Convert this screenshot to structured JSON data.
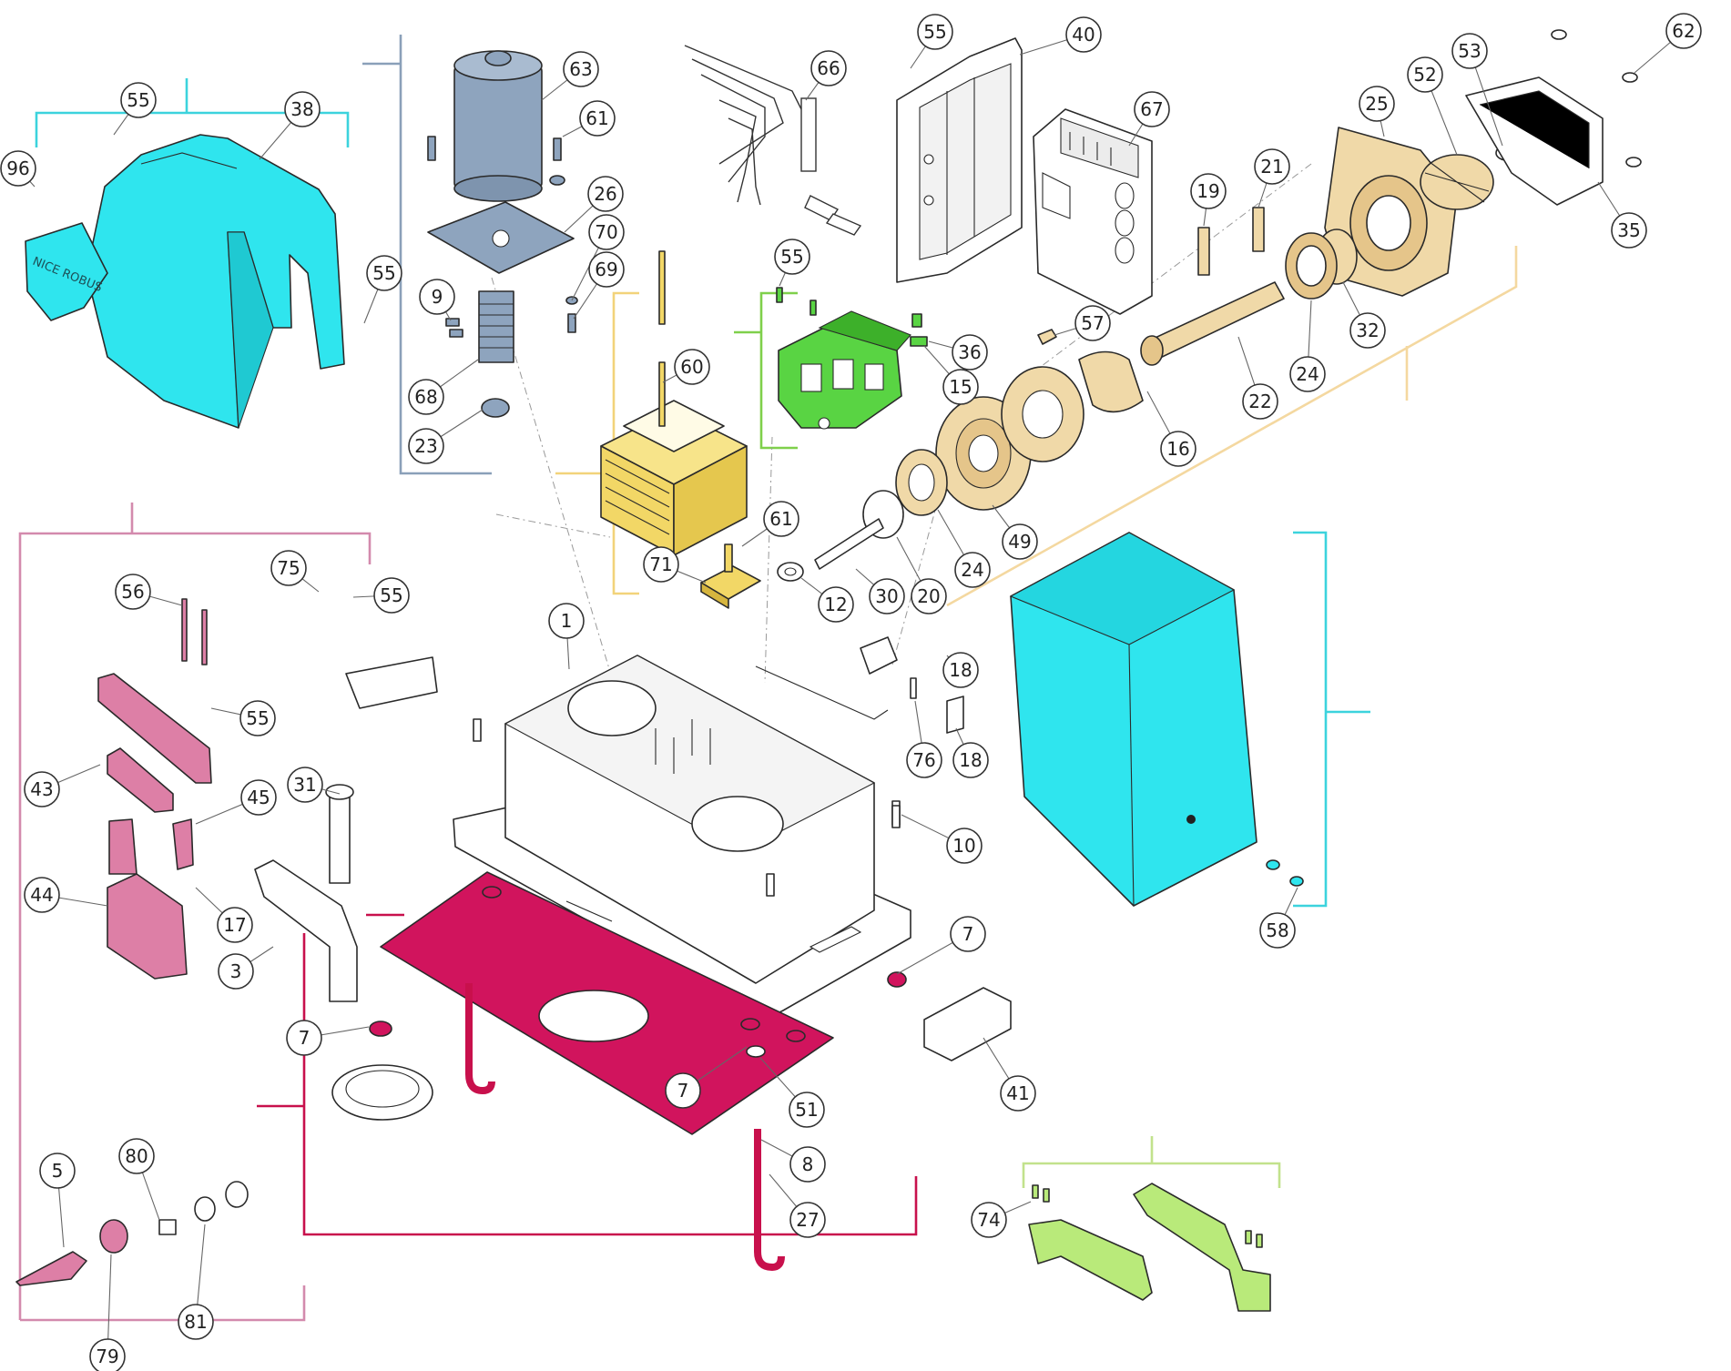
{
  "colors": {
    "cover": "#2fe5ee",
    "motor": "#8ea4be",
    "transformer": "#f2d766",
    "board_green": "#59d443",
    "gear": "#f0d9a8",
    "base_plate": "#d1145d",
    "handle_pink": "#dd7fa6",
    "lever_green": "#b9ea7a",
    "bracket_blue": "#8aa0b9",
    "bracket_cyan": "#3cd3dd",
    "bracket_yellow": "#f2d37a",
    "bracket_green": "#7fd04b",
    "bracket_gear": "#f4d8a0",
    "bracket_pink": "#d38aad",
    "bracket_red": "#c8104c",
    "bracket_lime": "#c2e28c"
  },
  "cover_brand": "NICE ROBUS",
  "callouts": [
    "96",
    "55",
    "38",
    "55",
    "63",
    "61",
    "26",
    "70",
    "69",
    "9",
    "68",
    "23",
    "60",
    "61",
    "71",
    "12",
    "66",
    "55",
    "40",
    "67",
    "55",
    "36",
    "15",
    "57",
    "19",
    "21",
    "16",
    "22",
    "24",
    "32",
    "25",
    "52",
    "53",
    "62",
    "35",
    "49",
    "24",
    "20",
    "30",
    "1",
    "18",
    "76",
    "18",
    "10",
    "56",
    "75",
    "55",
    "55",
    "43",
    "45",
    "44",
    "17",
    "31",
    "3",
    "7",
    "7",
    "7",
    "51",
    "41",
    "58",
    "8",
    "27",
    "5",
    "80",
    "81",
    "79",
    "74"
  ]
}
